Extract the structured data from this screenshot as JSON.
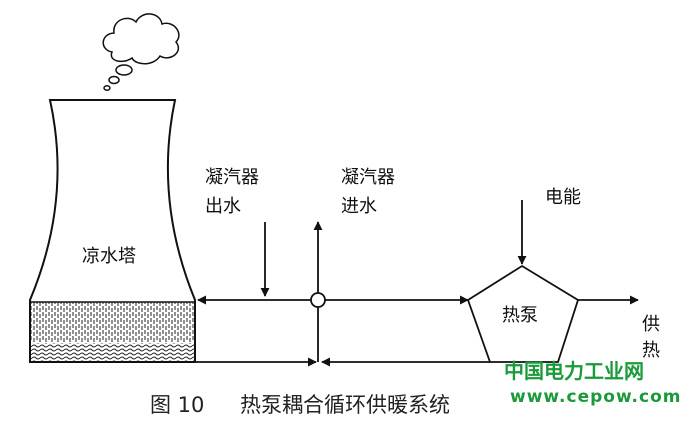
{
  "diagram": {
    "cooling_tower": {
      "label": "凉水塔"
    },
    "condenser_out": {
      "line1": "凝汽器",
      "line2": "出水"
    },
    "condenser_in": {
      "line1": "凝汽器",
      "line2": "进水"
    },
    "electric_energy": {
      "label": "电能"
    },
    "heat_pump": {
      "label": "热泵"
    },
    "heat_supply": {
      "line1": "供",
      "line2": "热"
    }
  },
  "caption": {
    "figure_no": "图 10",
    "title": "热泵耦合循环供暖系统"
  },
  "watermark": {
    "name": "中国电力工业网",
    "url": "www.cepow.com",
    "color": "#1a9a3a"
  },
  "colors": {
    "line": "#111111",
    "background": "#ffffff"
  }
}
